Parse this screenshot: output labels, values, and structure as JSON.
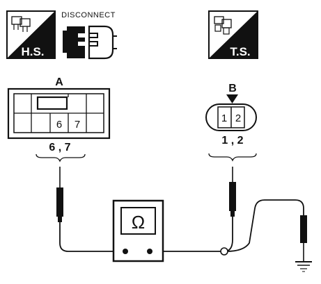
{
  "icons": {
    "hs": {
      "label": "H.S.",
      "icon": "harness-side-connector-icon"
    },
    "disconnect": {
      "label": "DISCONNECT",
      "icon": "disconnected-connector-icon"
    },
    "ts": {
      "label": "T.S.",
      "icon": "terminal-side-connector-icon"
    }
  },
  "connector_a": {
    "label": "A",
    "terminals": [
      "6",
      "7"
    ],
    "caption": "6 , 7"
  },
  "connector_b": {
    "label": "B",
    "terminals": [
      "1",
      "2"
    ],
    "caption": "1 , 2"
  },
  "meter": {
    "symbol": "Ω",
    "icon": "ohmmeter-icon"
  },
  "ground": {
    "icon": "ground-icon"
  }
}
